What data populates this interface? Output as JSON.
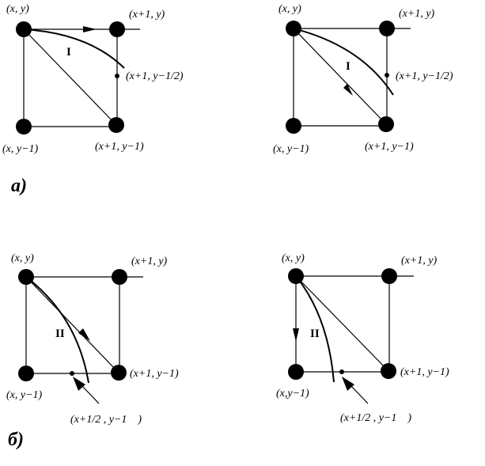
{
  "section_labels": {
    "a": "а)",
    "b": "б)"
  },
  "panels": [
    {
      "id": "a-left",
      "region_label": "I",
      "labels": {
        "top_left": "(x, y)",
        "top_right": "(x+1, y)",
        "bottom_left": "(x, y−1)",
        "bottom_right": "(x+1, y−1)",
        "midpoint": "(x+1, y−1/2)"
      }
    },
    {
      "id": "a-right",
      "region_label": "I",
      "labels": {
        "top_left": "(x, y)",
        "top_right": "(x+1, y)",
        "bottom_left": "(x, y−1)",
        "bottom_right": "(x+1,  y−1)",
        "midpoint": "(x+1, y−1/2)"
      }
    },
    {
      "id": "b-left",
      "region_label": "II",
      "labels": {
        "top_left": "(x, y)",
        "top_right": "(x+1, y)",
        "bottom_left": "(x, y−1)",
        "bottom_right": "(x+1, y−1)",
        "midpoint": "(x+1/2 , y−1    )"
      }
    },
    {
      "id": "b-right",
      "region_label": "II",
      "labels": {
        "top_left": "(x, y)",
        "top_right": "(x+1, y)",
        "bottom_left": "(x,y−1)",
        "bottom_right": "(x+1, y−1)",
        "midpoint": "(x+1/2 , y−1    )"
      }
    }
  ]
}
